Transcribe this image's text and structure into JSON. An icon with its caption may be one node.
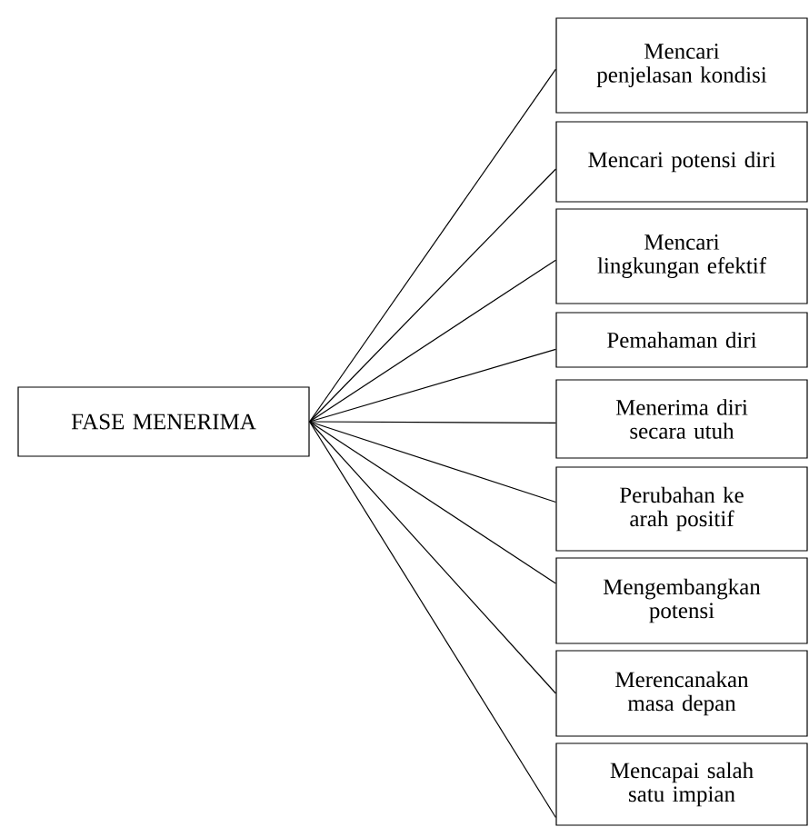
{
  "diagram": {
    "nodes": [
      {
        "text": [
          "FASE MENERIMA"
        ]
      },
      {
        "text": [
          "Mencari penjelasan kondisi"
        ]
      },
      {
        "text": [
          "Mencari potensi diri"
        ]
      },
      {
        "text": [
          "Mencari lingkungan efektif"
        ]
      },
      {
        "text": [
          "Pemahaman diri"
        ]
      },
      {
        "text": [
          "Menerima diri secara utuh"
        ]
      },
      {
        "text": [
          "Perubahan ke arah positif"
        ]
      },
      {
        "text": [
          "Mengembangkan potensi"
        ]
      },
      {
        "text": [
          "Merencanakan masa depan"
        ]
      },
      {
        "text": [
          "Mencapai salah satu impian"
        ]
      }
    ],
    "edges": [
      {
        "from": 0,
        "to": 1,
        "arrow": "none"
      },
      {
        "from": 0,
        "to": 2,
        "arrow": "none"
      },
      {
        "from": 0,
        "to": 3,
        "arrow": "none"
      },
      {
        "from": 0,
        "to": 4,
        "arrow": "none"
      },
      {
        "from": 0,
        "to": 5,
        "arrow": "none"
      },
      {
        "from": 0,
        "to": 6,
        "arrow": "none"
      },
      {
        "from": 0,
        "to": 7,
        "arrow": "none"
      },
      {
        "from": 0,
        "to": 8,
        "arrow": "none"
      },
      {
        "from": 0,
        "to": 9,
        "arrow": "none"
      }
    ]
  }
}
